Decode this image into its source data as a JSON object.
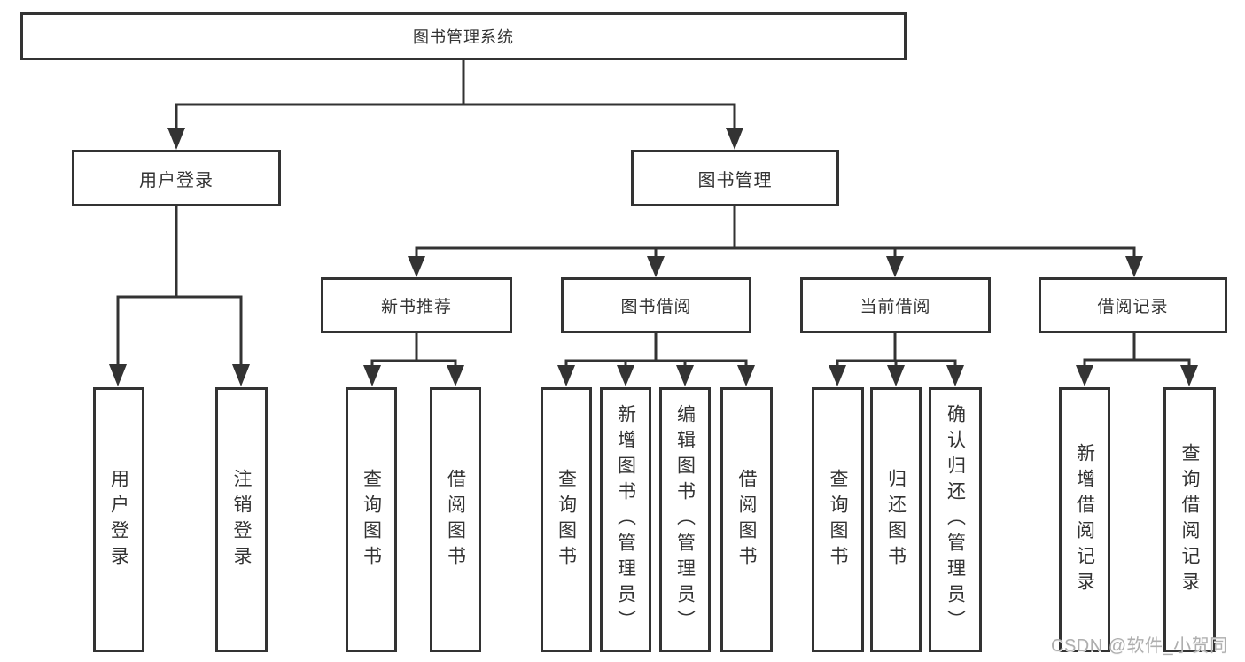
{
  "diagram": {
    "type": "hierarchy-tree",
    "watermark": "CSDN @软件_小贺同学",
    "colors": {
      "line": "#333333",
      "box_border": "#333333",
      "box_fill": "#ffffff",
      "text": "#333333",
      "watermark": "#aeaeae",
      "background": "#ffffff"
    },
    "tree": {
      "label": "图书管理系统",
      "children": [
        {
          "label": "用户登录",
          "children": [
            {
              "label": "用户登录"
            },
            {
              "label": "注销登录"
            }
          ]
        },
        {
          "label": "图书管理",
          "children": [
            {
              "label": "新书推荐",
              "children": [
                {
                  "label": "查询图书"
                },
                {
                  "label": "借阅图书"
                }
              ]
            },
            {
              "label": "图书借阅",
              "children": [
                {
                  "label": "查询图书"
                },
                {
                  "label": "新增图书（管理员）"
                },
                {
                  "label": "编辑图书（管理员）"
                },
                {
                  "label": "借阅图书"
                }
              ]
            },
            {
              "label": "当前借阅",
              "children": [
                {
                  "label": "查询图书"
                },
                {
                  "label": "归还图书"
                },
                {
                  "label": "确认归还（管理员）"
                }
              ]
            },
            {
              "label": "借阅记录",
              "children": [
                {
                  "label": "新增借阅记录"
                },
                {
                  "label": "查询借阅记录"
                }
              ]
            }
          ]
        }
      ]
    }
  }
}
